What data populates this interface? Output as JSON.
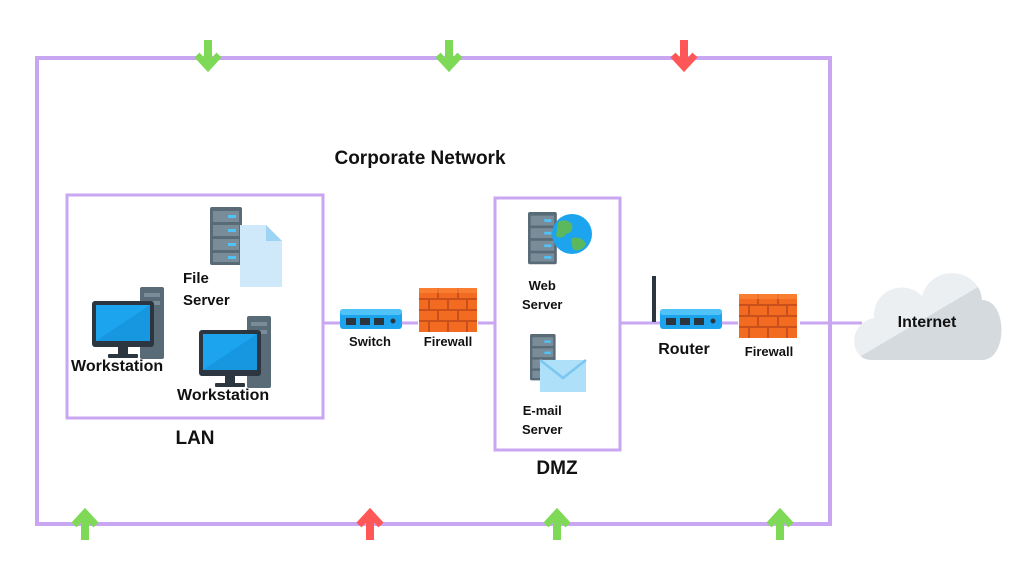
{
  "diagram": {
    "title": "Corporate Network",
    "zones": {
      "lan": "LAN",
      "dmz": "DMZ"
    },
    "nodes": {
      "file_server": {
        "line1": "File",
        "line2": "Server"
      },
      "workstation_1": "Workstation",
      "workstation_2": "Workstation",
      "switch": "Switch",
      "firewall_inner": "Firewall",
      "web_server": {
        "line1": "Web",
        "line2": "Server"
      },
      "email_server": {
        "line1": "E-mail",
        "line2": "Server"
      },
      "router": "Router",
      "firewall_outer": "Firewall",
      "internet": "Internet"
    },
    "arrows": {
      "top": [
        "allowed",
        "allowed",
        "blocked"
      ],
      "bottom": [
        "allowed",
        "blocked",
        "allowed",
        "allowed"
      ]
    },
    "colors": {
      "border": "#c9a6f2",
      "allowed": "#7ed957",
      "blocked": "#ff5757",
      "monitor": "#1ca4ef",
      "server_body": "#5a6b78",
      "firewall": "#f26b21",
      "cloud": "#e8ebee"
    }
  }
}
